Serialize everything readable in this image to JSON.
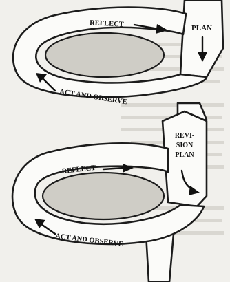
{
  "diagram": {
    "cycle1": {
      "reflect": "REFLECT",
      "plan": "PLAN",
      "act_observe": "ACT AND OBSERVE"
    },
    "cycle2": {
      "reflect": "REFLECT",
      "revision_plan_line1": "REVI-",
      "revision_plan_line2": "SION",
      "revision_plan_line3": "PLAN",
      "act_observe": "ACT AND OBSERVE"
    }
  }
}
